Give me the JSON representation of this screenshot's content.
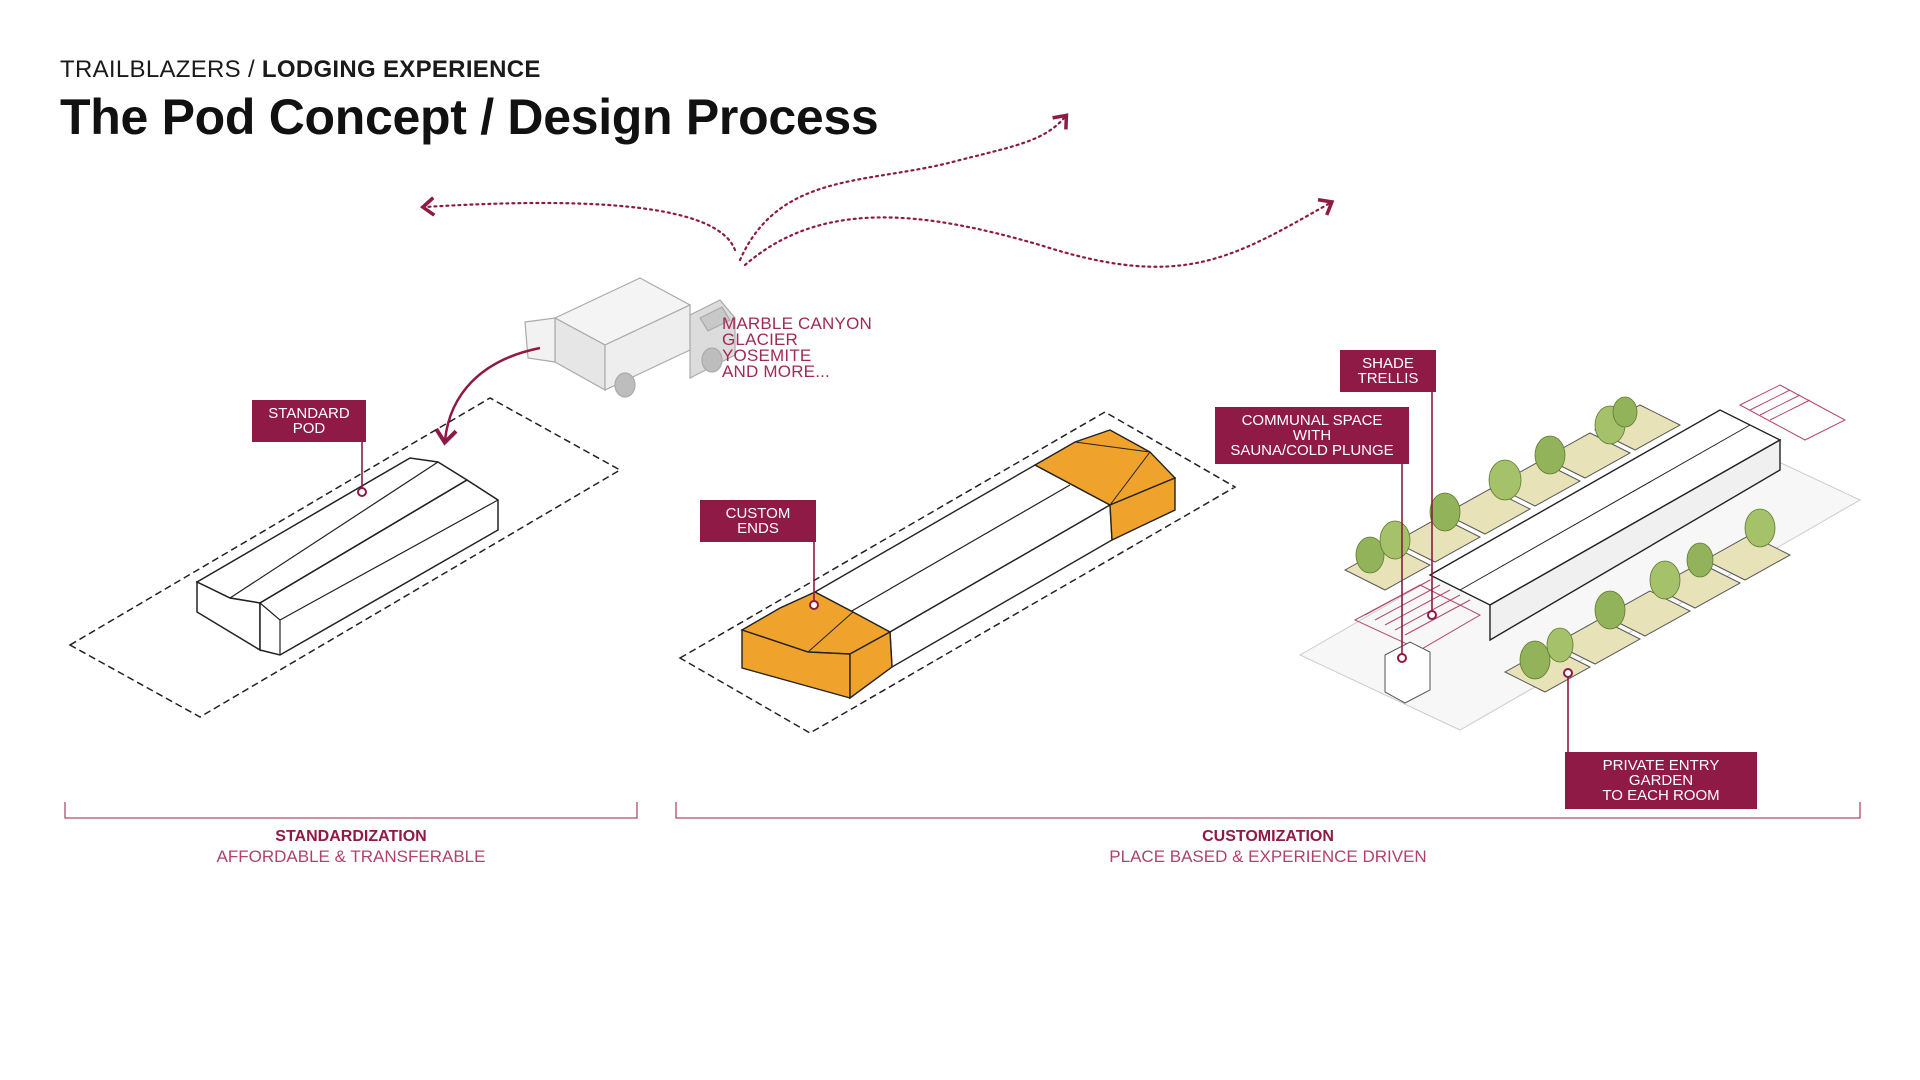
{
  "header": {
    "kicker_regular": "TRAILBLAZERS / ",
    "kicker_bold": "LODGING EXPERIENCE",
    "title": "The Pod Concept / Design Process"
  },
  "destinations": "MARBLE CANYON\nGLACIER\nYOSEMITE\nAND MORE...",
  "tags": {
    "standard_pod": "STANDARD\nPOD",
    "custom_ends": "CUSTOM\nENDS",
    "shade_trellis": "SHADE\nTRELLIS",
    "communal_space": "COMMUNAL SPACE WITH\nSAUNA/COLD PLUNGE",
    "private_garden": "PRIVATE ENTRY GARDEN\nTO EACH ROOM"
  },
  "brackets": {
    "standardization": {
      "title": "STANDARDIZATION",
      "subtitle": "AFFORDABLE & TRANSFERABLE"
    },
    "customization": {
      "title": "CUSTOMIZATION",
      "subtitle": "PLACE BASED & EXPERIENCE DRIVEN"
    }
  },
  "colors": {
    "accent": "#8e1a45",
    "orange": "#f0a32c",
    "tree": "#8fae55",
    "ground": "#e7e2b8",
    "line": "#222222"
  }
}
